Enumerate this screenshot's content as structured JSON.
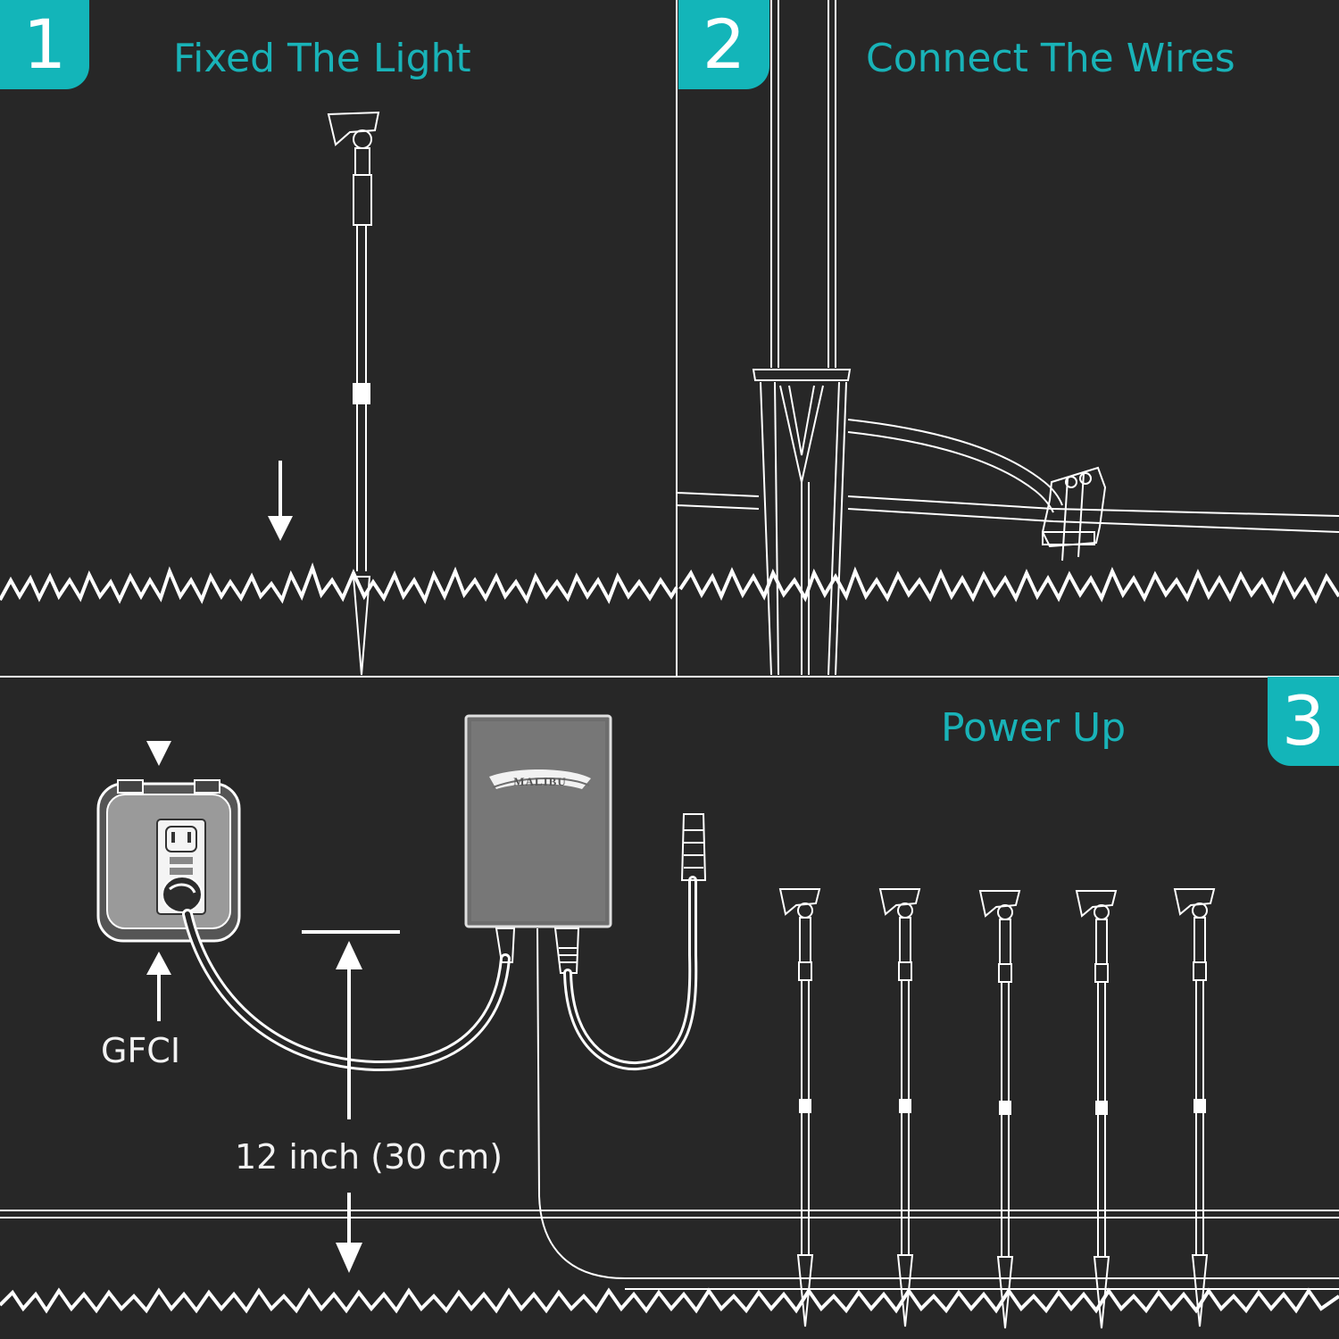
{
  "steps": [
    {
      "number": "1",
      "title": "Fixed The Light"
    },
    {
      "number": "2",
      "title": "Connect The Wires"
    },
    {
      "number": "3",
      "title": "Power Up"
    }
  ],
  "labels": {
    "gfci": "GFCI",
    "distance": "12 inch (30 cm)",
    "transformer_brand": "MALIBU"
  },
  "colors": {
    "background": "#272727",
    "accent": "#13b5b9",
    "line": "#ffffff"
  }
}
